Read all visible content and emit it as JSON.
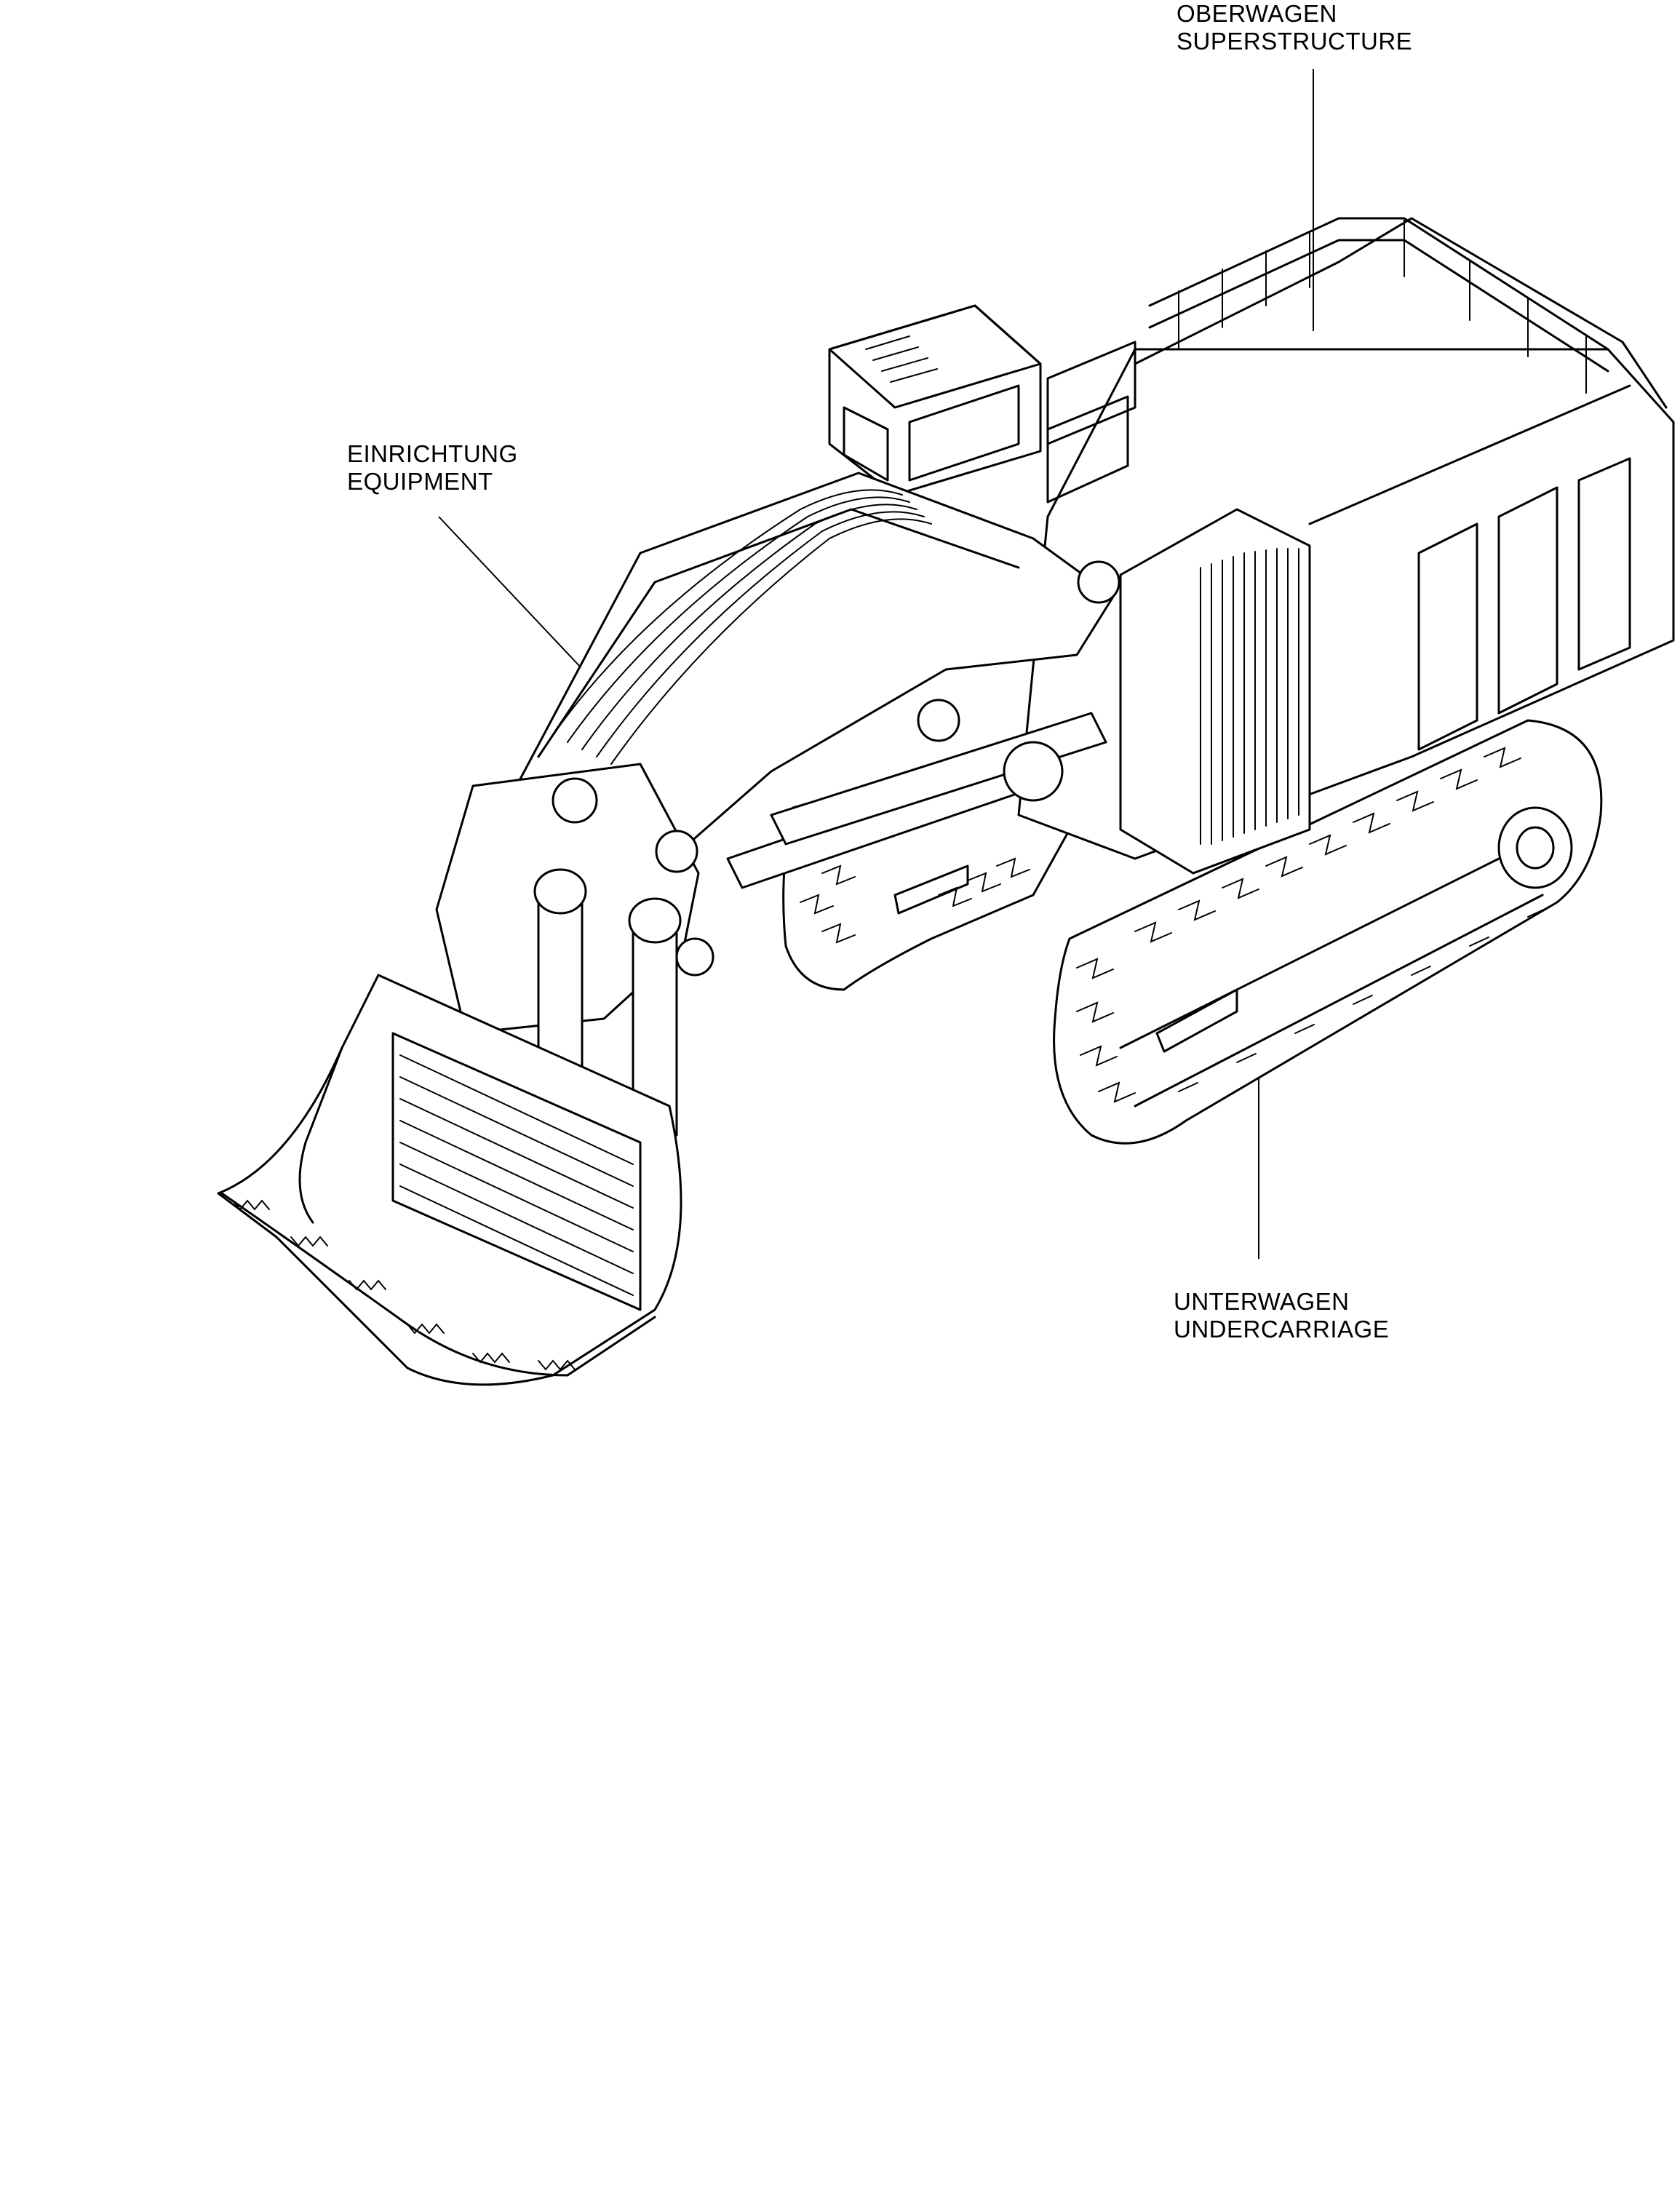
{
  "labels": {
    "superstructure": {
      "line1": "OBERWAGEN",
      "line2": "SUPERSTRUCTURE"
    },
    "equipment": {
      "line1": "EINRICHTUNG",
      "line2": "EQUIPMENT"
    },
    "undercarriage": {
      "line1": "UNTERWAGEN",
      "line2": "UNDERCARRIAGE"
    }
  },
  "colors": {
    "ink": "#000000",
    "paper": "#ffffff"
  }
}
